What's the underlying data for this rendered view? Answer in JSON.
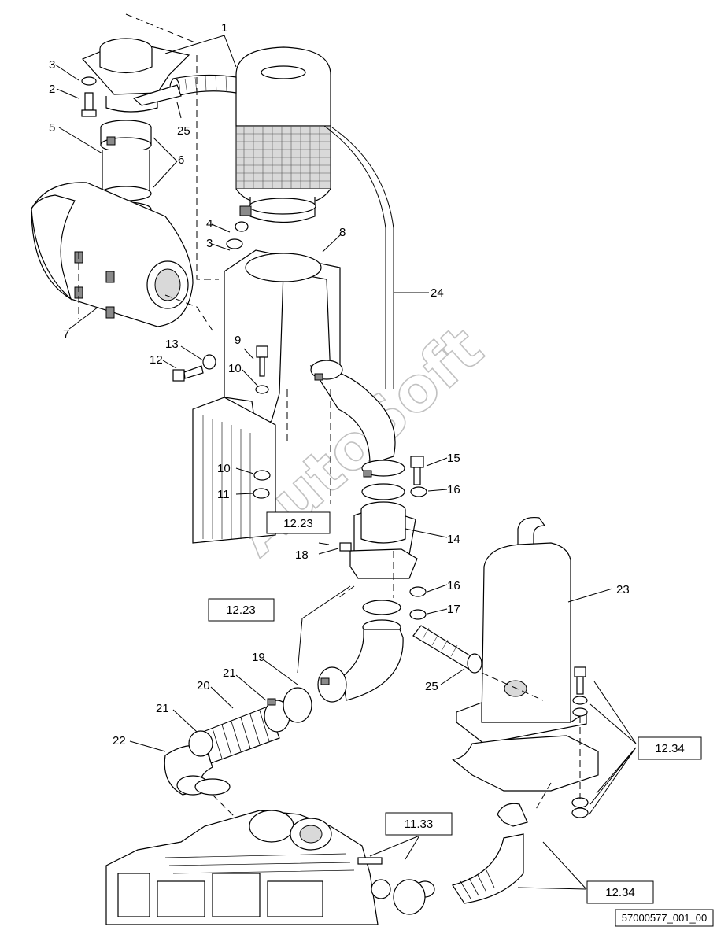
{
  "figure": {
    "id": "57000577_001_00",
    "watermark": "AutoSoft"
  },
  "labels": [
    "1",
    "2",
    "3",
    "4",
    "3",
    "5",
    "6",
    "7",
    "8",
    "9",
    "10",
    "10",
    "11",
    "12",
    "13",
    "14",
    "15",
    "16",
    "16",
    "17",
    "18",
    "19",
    "20",
    "21",
    "21",
    "22",
    "23",
    "24",
    "25",
    "25"
  ],
  "references": [
    "12.23",
    "12.23",
    "12.34",
    "12.34",
    "11.33"
  ],
  "icons": [
    "air-filter-housing",
    "air-cleaner-canister",
    "exhaust-muffler",
    "mounting-bracket",
    "engine-assembly",
    "hose-clamp",
    "flex-bellows"
  ]
}
